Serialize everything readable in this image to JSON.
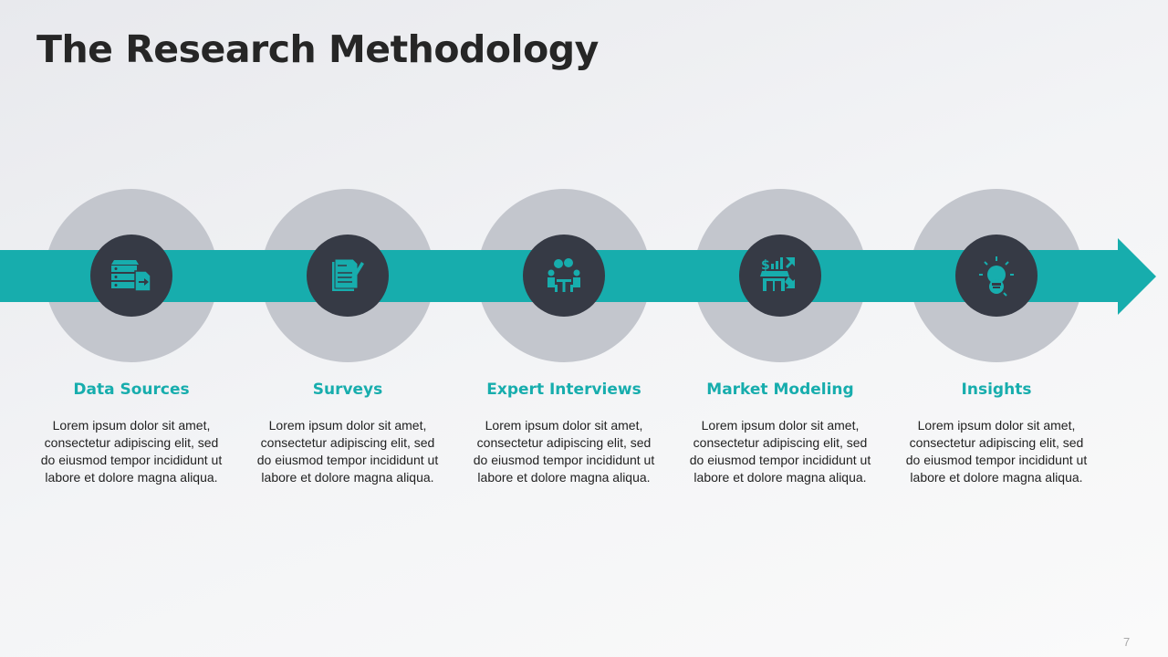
{
  "title": "The Research Methodology",
  "page_number": "7",
  "colors": {
    "accent": "#17adad",
    "icon_bg": "#363a45",
    "circle": "#c3c6cd"
  },
  "steps": [
    {
      "title": "Data Sources",
      "icon": "database-transfer-icon",
      "body": "Lorem ipsum dolor sit amet, consectetur adipiscing elit, sed do eiusmod tempor incididunt ut labore et dolore magna aliqua."
    },
    {
      "title": "Surveys",
      "icon": "survey-checklist-icon",
      "body": "Lorem ipsum dolor sit amet, consectetur adipiscing elit, sed do eiusmod tempor incididunt ut labore et dolore magna aliqua."
    },
    {
      "title": "Expert Interviews",
      "icon": "interview-icon",
      "body": "Lorem ipsum dolor sit amet, consectetur adipiscing elit, sed do eiusmod tempor incididunt ut labore et dolore magna aliqua."
    },
    {
      "title": "Market Modeling",
      "icon": "market-chart-icon",
      "body": "Lorem ipsum dolor sit amet, consectetur adipiscing elit, sed do eiusmod tempor incididunt ut labore et dolore magna aliqua."
    },
    {
      "title": "Insights",
      "icon": "lightbulb-icon",
      "body": "Lorem ipsum dolor sit amet, consectetur adipiscing elit, sed do eiusmod tempor incididunt ut labore et dolore magna aliqua."
    }
  ]
}
